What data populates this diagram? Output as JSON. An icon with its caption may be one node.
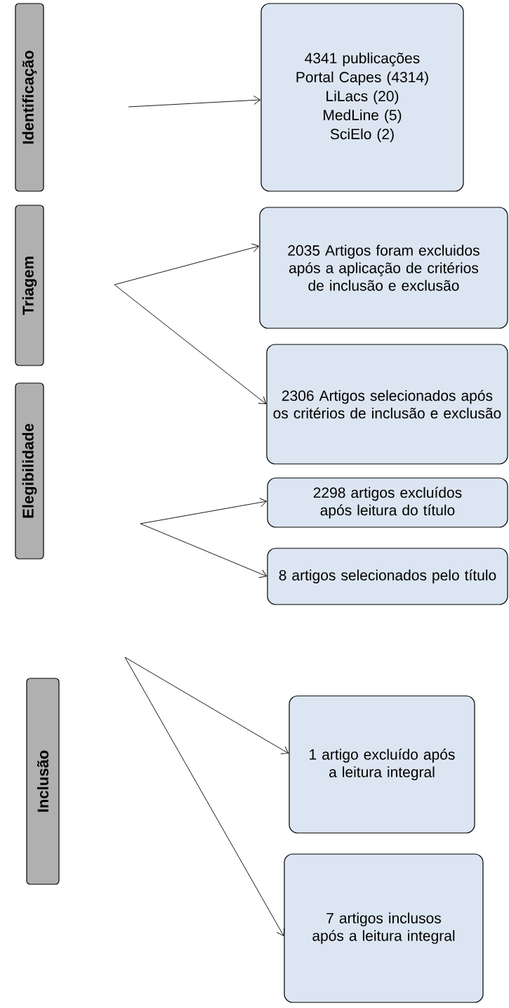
{
  "diagram": {
    "nodes": [
      {
        "text": [
          "Identificação"
        ]
      },
      {
        "text": [
          "Triagem"
        ]
      },
      {
        "text": [
          "Elegibilidade"
        ]
      },
      {
        "text": [
          "Inclusão"
        ]
      },
      {
        "text": [
          "4341 publicações",
          "Portal Capes (4314)",
          "LiLacs (20)",
          "MedLine (5)",
          "SciElo (2)"
        ]
      },
      {
        "text": [
          "2035 Artigos foram excluidos após a aplicação de critérios de inclusão e exclusão"
        ]
      },
      {
        "text": [
          "2306 Artigos selecionados após os critérios de inclusão e exclusão"
        ]
      },
      {
        "text": [
          "2298 artigos excluídos após leitura do título"
        ]
      },
      {
        "text": [
          "8 artigos selecionados pelo título"
        ]
      },
      {
        "text": [
          "1 artigo excluído após a leitura integral"
        ]
      },
      {
        "text": [
          "7 artigos inclusos após a leitura integral"
        ]
      }
    ],
    "edges": [
      {
        "from": null,
        "to": 4,
        "arrow": "to"
      },
      {
        "from": null,
        "to": 5,
        "arrow": "to"
      },
      {
        "from": null,
        "to": 6,
        "arrow": "to"
      },
      {
        "from": null,
        "to": 7,
        "arrow": "to"
      },
      {
        "from": null,
        "to": 8,
        "arrow": "to"
      },
      {
        "from": null,
        "to": 9,
        "arrow": "to"
      },
      {
        "from": null,
        "to": 10,
        "arrow": "to"
      }
    ]
  }
}
